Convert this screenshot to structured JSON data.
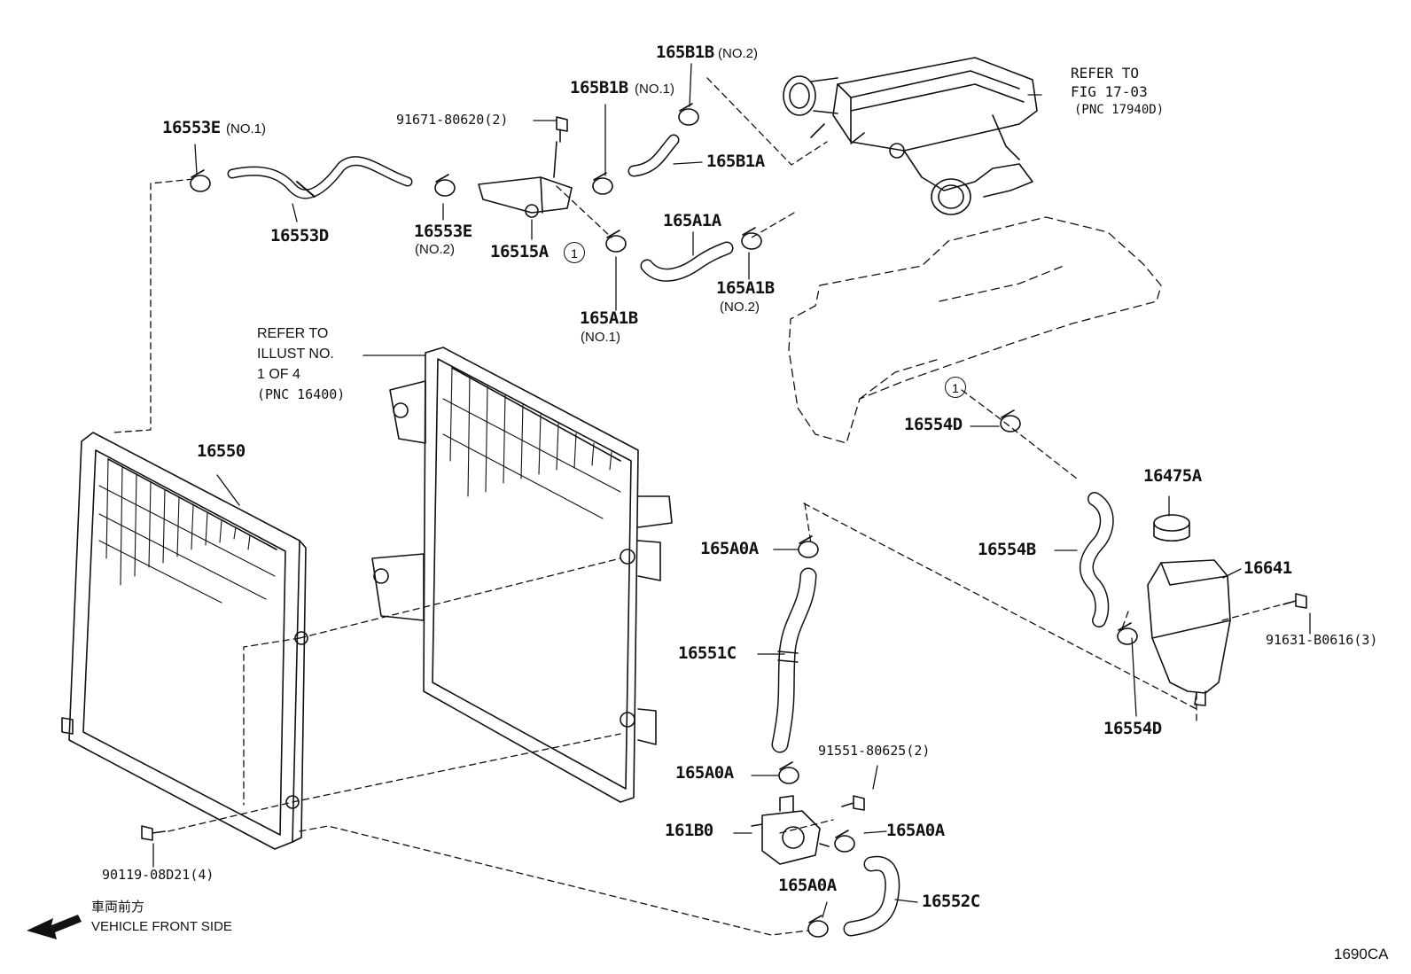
{
  "parts": {
    "p165B1B_no2": "165B1B",
    "p165B1B_no2_note": "(NO.2)",
    "p165B1B_no1": "165B1B",
    "p165B1B_no1_note": "(NO.1)",
    "p91671": "91671-80620(2)",
    "p16553E_no1": "16553E",
    "p16553E_no1_note": "(NO.1)",
    "p165B1A": "165B1A",
    "p165A1A": "165A1A",
    "p16553D": "16553D",
    "p16553E_no2": "16553E",
    "p16553E_no2_note": "(NO.2)",
    "p16515A": "16515A",
    "p165A1B_no2": "165A1B",
    "p165A1B_no2_note": "(NO.2)",
    "p165A1B_no1": "165A1B",
    "p165A1B_no1_note": "(NO.1)",
    "p16550": "16550",
    "p16554D_top": "16554D",
    "p16475A": "16475A",
    "p165A0A_1": "165A0A",
    "p16554B": "16554B",
    "p16641": "16641",
    "p91631": "91631-B0616(3)",
    "p16551C": "16551C",
    "p16554D_bot": "16554D",
    "p91551": "91551-80625(2)",
    "p165A0A_2": "165A0A",
    "p161B0": "161B0",
    "p165A0A_3": "165A0A",
    "p165A0A_4": "165A0A",
    "p16552C": "16552C",
    "p90119": "90119-08D21(4)"
  },
  "refs": {
    "fig_line1": "REFER TO",
    "fig_line2": "FIG 17-03",
    "fig_line3": "(PNC 17940D)",
    "illust_line1": "REFER TO",
    "illust_line2": "ILLUST NO.",
    "illust_line3": "1 OF 4",
    "illust_line4": "(PNC 16400)"
  },
  "markers": {
    "circle_a": "1",
    "circle_b": "1"
  },
  "direction": {
    "jp": "車両前方",
    "en": "VEHICLE FRONT SIDE"
  },
  "figure_code": "1690CA"
}
